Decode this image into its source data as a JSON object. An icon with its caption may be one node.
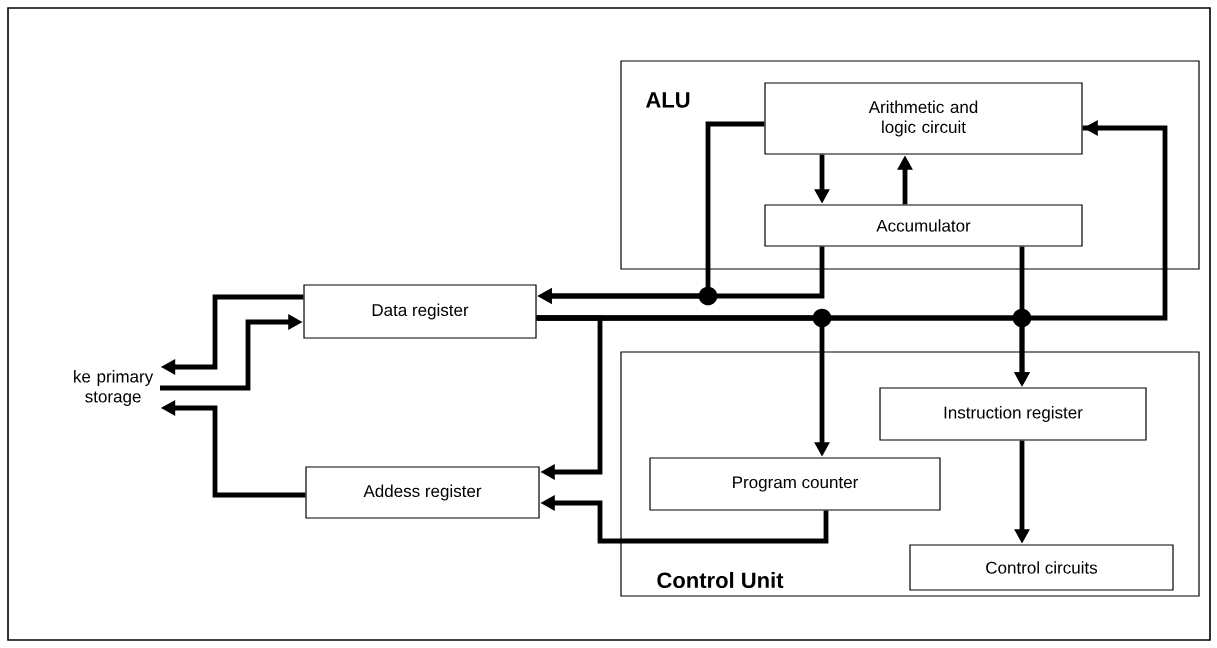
{
  "diagram": {
    "nodes": [
      {
        "text": [
          "ALU"
        ]
      },
      {
        "text": [
          "Arithmetic and logic circuit"
        ],
        "in": 0
      },
      {
        "text": [
          "Accumulator"
        ],
        "in": 0
      },
      {
        "text": [
          "Data register"
        ]
      },
      {
        "text": [
          "ke primary storage"
        ]
      },
      {
        "text": [
          "Addess register"
        ]
      },
      {
        "text": [
          "Control Unit"
        ]
      },
      {
        "text": [
          "Instruction register"
        ],
        "in": 6
      },
      {
        "text": [
          "Program counter"
        ],
        "in": 6
      },
      {
        "text": [
          "Control circuits"
        ],
        "in": 6
      }
    ],
    "edges": [
      {
        "from": 1,
        "to": 2,
        "arrow": "to"
      },
      {
        "from": 2,
        "to": 1,
        "arrow": "to"
      },
      {
        "from": 1,
        "to": 3,
        "arrow": "to"
      },
      {
        "from": 2,
        "to": 3,
        "arrow": "to"
      },
      {
        "from": 3,
        "to": 1,
        "arrow": "to"
      },
      {
        "from": 3,
        "to": 8,
        "arrow": "to"
      },
      {
        "from": 3,
        "to": 7,
        "arrow": "to"
      },
      {
        "from": 2,
        "to": 7,
        "arrow": "to"
      },
      {
        "from": 3,
        "to": 5,
        "arrow": "to"
      },
      {
        "from": 8,
        "to": 5,
        "arrow": "to"
      },
      {
        "from": 7,
        "to": 9,
        "arrow": "to"
      },
      {
        "from": 3,
        "to": 4,
        "arrow": "to"
      },
      {
        "from": 4,
        "to": 3,
        "arrow": "to"
      },
      {
        "from": 5,
        "to": 4,
        "arrow": "to"
      }
    ]
  }
}
